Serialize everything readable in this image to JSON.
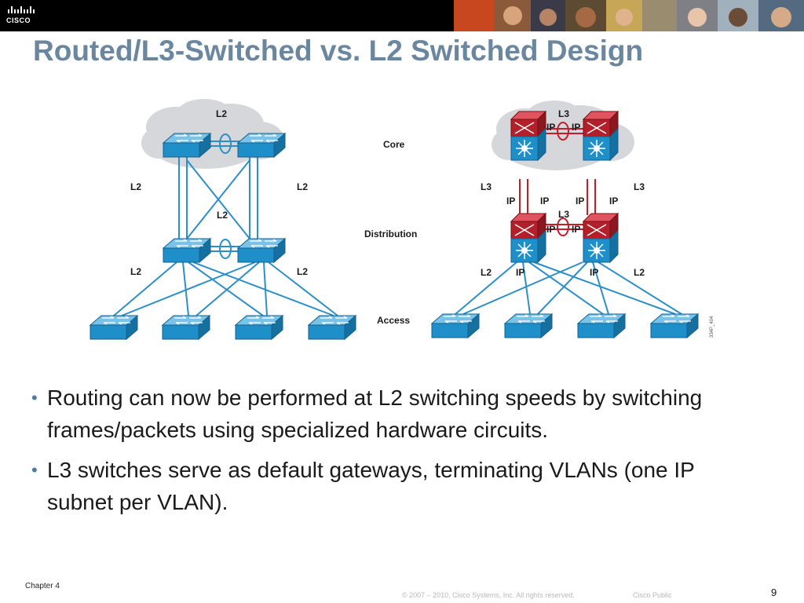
{
  "brand": {
    "logo_text": "CISCO"
  },
  "title": "Routed/L3-Switched vs. L2 Switched Design",
  "diagram": {
    "tiers": {
      "core": "Core",
      "distribution": "Distribution",
      "access": "Access"
    },
    "left": {
      "core_cloud": "L2",
      "upper_left": "L2",
      "upper_right": "L2",
      "distribution_cloud": "L2",
      "lower_left": "L2",
      "lower_right": "L2"
    },
    "right": {
      "core_cloud": "L3",
      "core_ip_left": "IP",
      "core_ip_right": "IP",
      "upper_left": "L3",
      "upper_right": "L3",
      "uplink_ip_1": "IP",
      "uplink_ip_2": "IP",
      "uplink_ip_3": "IP",
      "uplink_ip_4": "IP",
      "distribution_layer": "L3",
      "dist_ip_left": "IP",
      "dist_ip_right": "IP",
      "lower_left": "L2",
      "lower_ip_left": "IP",
      "lower_ip_right": "IP",
      "lower_right": "L2"
    },
    "figure_code": "334P_404"
  },
  "bullets": [
    "Routing can now be performed at L2 switching speeds by switching frames/packets using specialized hardware circuits.",
    "L3 switches serve as default gateways, terminating VLANs (one IP subnet per VLAN)."
  ],
  "footer": {
    "chapter": "Chapter 4",
    "copyright": "© 2007 – 2010, Cisco Systems, Inc. All rights reserved.",
    "classification": "Cisco Public",
    "page": "9"
  },
  "colors": {
    "title": "#6a879f",
    "switch_blue": "#1f8fc9",
    "router_red": "#b3202a",
    "link_blue": "#2c8fc8",
    "link_red": "#c0202a"
  }
}
